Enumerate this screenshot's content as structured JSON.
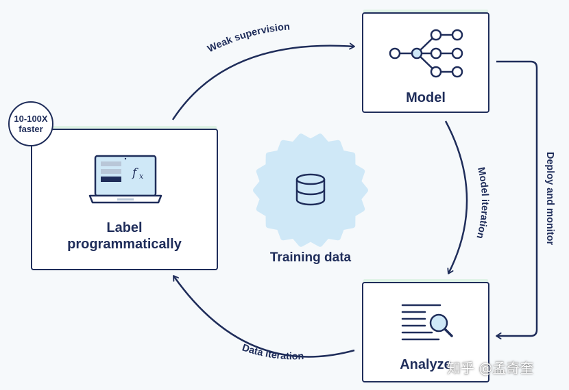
{
  "nodes": {
    "label": {
      "line1": "Label",
      "line2": "programmatically"
    },
    "model": {
      "label": "Model"
    },
    "analyze": {
      "label": "Analyze"
    },
    "training": {
      "label": "Training data"
    }
  },
  "badge": {
    "line1": "10-100X",
    "line2": "faster"
  },
  "edges": {
    "weak_supervision": "Weak supervision",
    "model_iteration": "Model iteration",
    "deploy_monitor": "Deploy and monitor",
    "data_iteration": "Data iteration"
  },
  "watermark": "知乎 @孟奇奎",
  "colors": {
    "navy": "#1f2d5a",
    "light_blue": "#cfe8f7",
    "green_tint": "#dff3e6"
  }
}
